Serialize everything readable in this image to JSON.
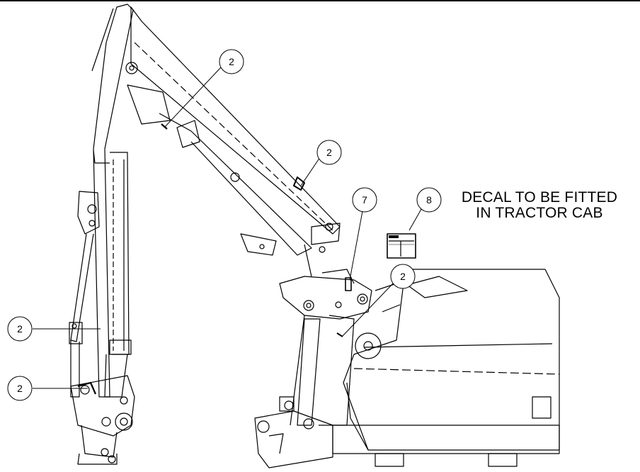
{
  "callouts": [
    {
      "id": "callout-2-top",
      "number": "2"
    },
    {
      "id": "callout-2-upper-arm",
      "number": "2"
    },
    {
      "id": "callout-7",
      "number": "7"
    },
    {
      "id": "callout-8",
      "number": "8"
    },
    {
      "id": "callout-2-head",
      "number": "2"
    },
    {
      "id": "callout-2-left-ram",
      "number": "2"
    },
    {
      "id": "callout-2-left-base",
      "number": "2"
    }
  ],
  "note": {
    "line1": "DECAL TO BE FITTED",
    "line2": "IN TRACTOR CAB"
  },
  "colors": {
    "line": "#000000",
    "background": "#ffffff"
  }
}
